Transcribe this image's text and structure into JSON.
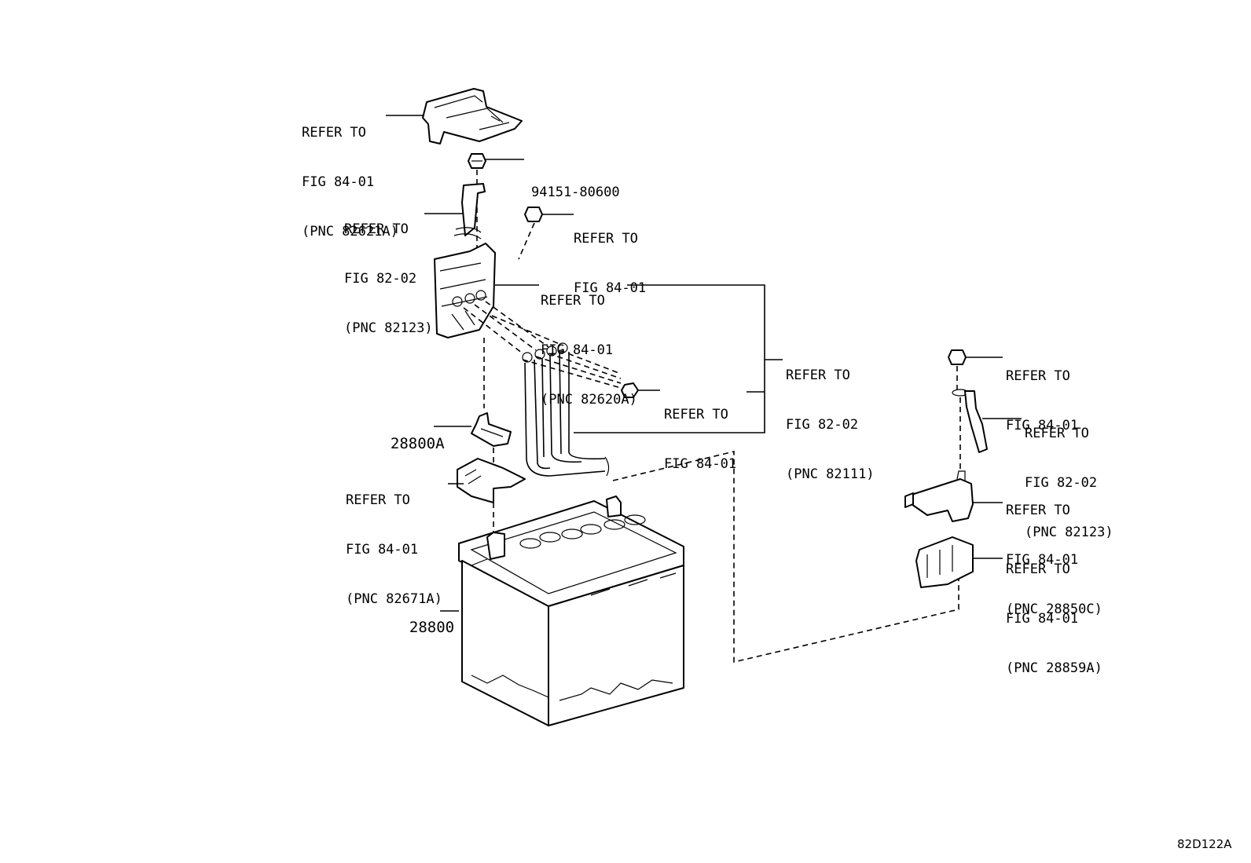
{
  "diagram_code": "82D122A",
  "callouts": {
    "top_cover": {
      "line1": "REFER TO",
      "line2": "FIG 84-01",
      "line3": "(PNC 82621A)"
    },
    "bolt_94151": {
      "text": "94151-80600"
    },
    "cable_left": {
      "line1": "REFER TO",
      "line2": "FIG 82-02",
      "line3": "(PNC 82123)"
    },
    "nut_upper": {
      "line1": "REFER TO",
      "line2": "FIG 84-01"
    },
    "fuse_block": {
      "line1": "REFER TO",
      "line2": "FIG 84-01",
      "line3": "(PNC 82620A)"
    },
    "wire_harness": {
      "line1": "REFER TO",
      "line2": "FIG 82-02",
      "line3": "(PNC 82111)"
    },
    "nut_middle": {
      "line1": "REFER TO",
      "line2": "FIG 84-01"
    },
    "clamp_28800A": {
      "text": "28800A"
    },
    "terminal_cover": {
      "line1": "REFER TO",
      "line2": "FIG 84-01",
      "line3": "(PNC 82671A)"
    },
    "battery_28800": {
      "text": "28800"
    },
    "right_nut": {
      "line1": "REFER TO",
      "line2": "FIG 84-01"
    },
    "right_cable": {
      "line1": "REFER TO",
      "line2": "FIG 82-02",
      "line3": "(PNC 82123)"
    },
    "right_sensor": {
      "line1": "REFER TO",
      "line2": "FIG 84-01",
      "line3": "(PNC 28850C)"
    },
    "right_bracket": {
      "line1": "REFER TO",
      "line2": "FIG 84-01",
      "line3": "(PNC 28859A)"
    }
  }
}
